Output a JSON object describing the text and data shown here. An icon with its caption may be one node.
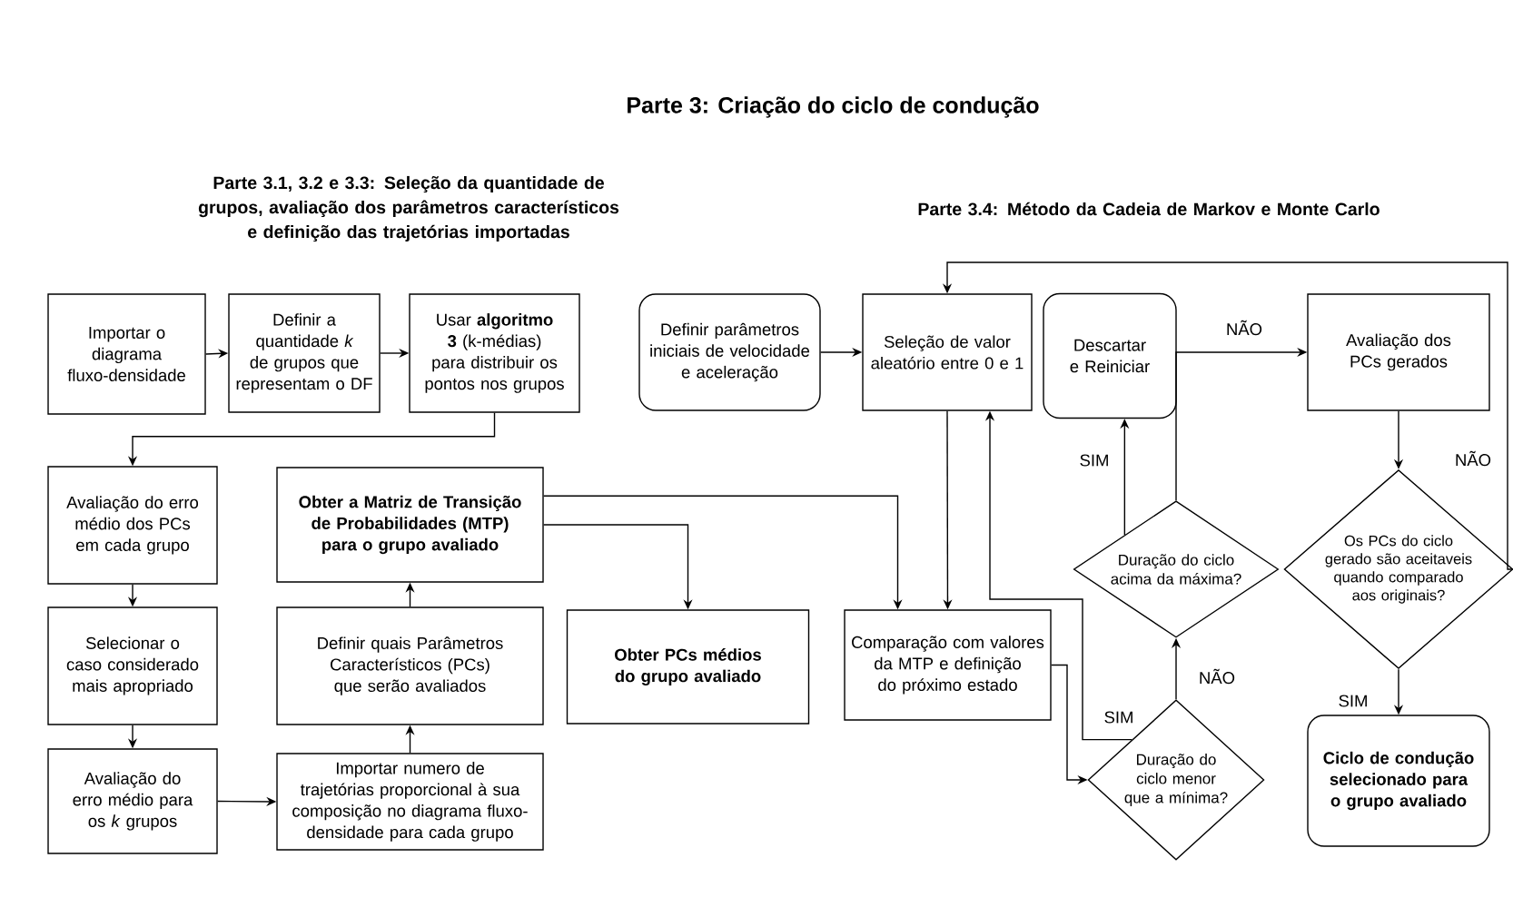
{
  "diagram": {
    "title": "Parte 3: Criação do ciclo de condução",
    "nodes": [
      {
        "text": [
          "Importar o diagrama fluxo-densidade"
        ]
      },
      {
        "text": [
          "Definir a quantidade *k* de grupos que representam o DF"
        ]
      },
      {
        "text": [
          "Usar **algoritmo 3** (k-médias) para distribuir os pontos nos grupos"
        ]
      },
      {
        "text": [
          "Avaliação do erro médio dos PCs em cada grupo"
        ]
      },
      {
        "text": [
          "Selecionar o caso considerado mais apropriado"
        ]
      },
      {
        "text": [
          "Avaliação do erro médio para os *k* grupos"
        ]
      },
      {
        "text": [
          "Obter a Matriz de Transição de Probabilidades (MTP) para o grupo avaliado"
        ]
      },
      {
        "text": [
          "Definir quais Parâmetros Característicos (PCs) que serão avaliados"
        ]
      },
      {
        "text": [
          "Importar numero de trajetórias proporcional à sua composição no diagrama fluxo-densidade para cada grupo"
        ]
      },
      {
        "text": [
          "Definir parâmetros iniciais de velocidade e aceleração"
        ]
      },
      {
        "text": [
          "Seleção de valor aleatório entre 0 e 1"
        ]
      },
      {
        "text": [
          "Obter PCs médios do grupo avaliado"
        ]
      },
      {
        "text": [
          "Comparação com valores da MTP e definição do próximo estado"
        ]
      },
      {
        "text": [
          "Descartar e Reiniciar"
        ]
      },
      {
        "text": [
          "Duração do ciclo acima da máxima?"
        ]
      },
      {
        "text": [
          "Duração do ciclo menor que a mínima?"
        ]
      },
      {
        "text": [
          "Avaliação dos PCs gerados"
        ]
      },
      {
        "text": [
          "Os PCs do ciclo gerado são aceitaveis quando comparado aos originais?"
        ]
      },
      {
        "text": [
          "Ciclo de condução selecionado para o grupo avaliado"
        ]
      }
    ],
    "edges": [
      {
        "from": 0,
        "to": 1,
        "arrow": "to"
      },
      {
        "from": 1,
        "to": 2,
        "arrow": "to"
      },
      {
        "from": 2,
        "to": 3,
        "arrow": "to"
      },
      {
        "from": 3,
        "to": 4,
        "arrow": "to"
      },
      {
        "from": 4,
        "to": 5,
        "arrow": "to"
      },
      {
        "from": 5,
        "to": 8,
        "arrow": "to"
      },
      {
        "from": 8,
        "to": 7,
        "arrow": "to"
      },
      {
        "from": 7,
        "to": 6,
        "arrow": "to"
      },
      {
        "from": 6,
        "to": 11,
        "arrow": "to"
      },
      {
        "from": 6,
        "to": 12,
        "arrow": "to"
      },
      {
        "from": 9,
        "to": 10,
        "arrow": "to"
      },
      {
        "from": 10,
        "to": 12,
        "arrow": "to"
      },
      {
        "from": 12,
        "to": 15,
        "arrow": "to"
      },
      {
        "from": 15,
        "to": 10,
        "arrow": "to",
        "label": "SIM"
      },
      {
        "from": 15,
        "to": 14,
        "arrow": "to",
        "label": "NÃO"
      },
      {
        "from": 14,
        "to": 13,
        "arrow": "to",
        "label": "SIM"
      },
      {
        "from": 14,
        "to": 16,
        "arrow": "to",
        "label": "NÃO"
      },
      {
        "from": 16,
        "to": 17,
        "arrow": "to"
      },
      {
        "from": 17,
        "to": 18,
        "arrow": "to",
        "label": "SIM"
      },
      {
        "from": 17,
        "to": 10,
        "arrow": "to",
        "label": "NÃO"
      }
    ],
    "labels": [
      "Parte 3.1, 3.2 e 3.3: Seleção da quantidade de grupos, avaliação dos parâmetros característicos e definição das trajetórias importadas",
      "Parte 3.4: Método da Cadeia de Markov e Monte Carlo"
    ]
  }
}
